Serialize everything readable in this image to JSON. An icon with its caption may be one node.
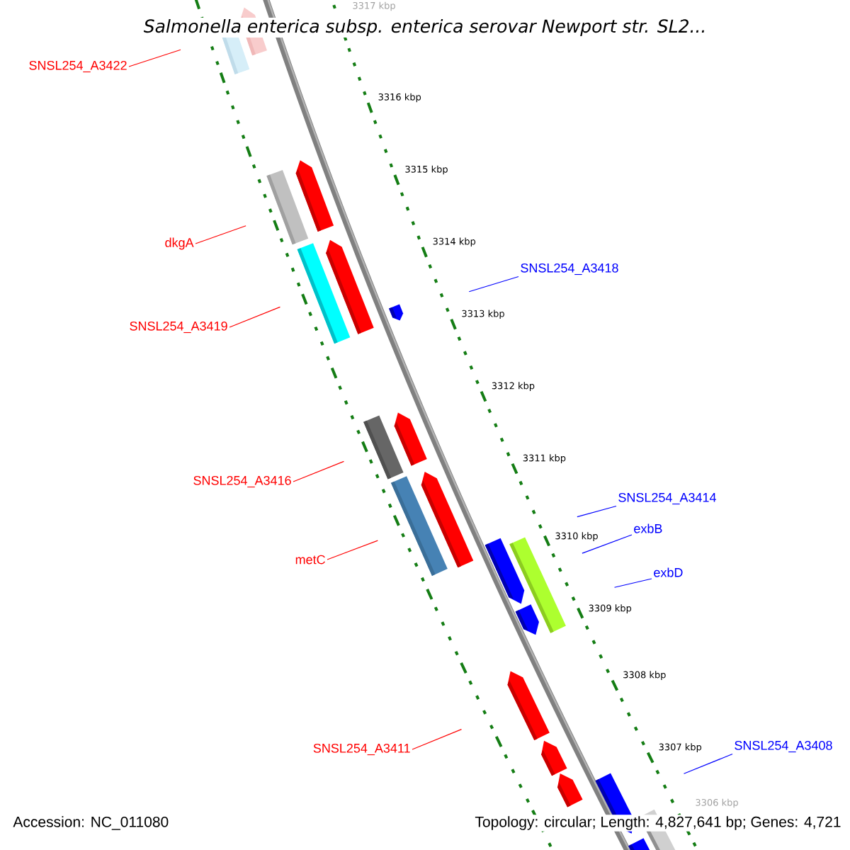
{
  "diagram": {
    "title": "Salmonella enterica subsp. enterica serovar Newport str. SL2...",
    "nodes": [
      {
        "text": [
          "SNSL254_A3422"
        ]
      },
      {
        "text": [
          "dkgA"
        ]
      },
      {
        "text": [
          "SNSL254_A3418"
        ]
      },
      {
        "text": [
          "SNSL254_A3419"
        ]
      },
      {
        "text": [
          "SNSL254_A3416"
        ]
      },
      {
        "text": [
          "SNSL254_A3414"
        ]
      },
      {
        "text": [
          "exbB"
        ]
      },
      {
        "text": [
          "metC"
        ]
      },
      {
        "text": [
          "exbD"
        ]
      },
      {
        "text": [
          "SNSL254_A3411"
        ]
      },
      {
        "text": [
          "SNSL254_A3408"
        ]
      }
    ],
    "edges": [
      {
        "from": 0,
        "to": null,
        "arrow": "none",
        "color": "#ff0000"
      },
      {
        "from": 1,
        "to": null,
        "arrow": "none",
        "color": "#ff0000"
      },
      {
        "from": 2,
        "to": null,
        "arrow": "none",
        "color": "#0000ff"
      },
      {
        "from": 3,
        "to": null,
        "arrow": "none",
        "color": "#ff0000"
      },
      {
        "from": 4,
        "to": null,
        "arrow": "none",
        "color": "#ff0000"
      },
      {
        "from": 5,
        "to": null,
        "arrow": "none",
        "color": "#0000ff"
      },
      {
        "from": 6,
        "to": null,
        "arrow": "none",
        "color": "#0000ff"
      },
      {
        "from": 7,
        "to": null,
        "arrow": "none",
        "color": "#ff0000"
      },
      {
        "from": 8,
        "to": null,
        "arrow": "none",
        "color": "#0000ff"
      },
      {
        "from": 9,
        "to": null,
        "arrow": "none",
        "color": "#ff0000"
      },
      {
        "from": 10,
        "to": null,
        "arrow": "none",
        "color": "#0000ff"
      }
    ],
    "labels": [
      "3317 kbp",
      "3316 kbp",
      "3315 kbp",
      "3314 kbp",
      "3313 kbp",
      "3312 kbp",
      "3311 kbp",
      "3310 kbp",
      "3309 kbp",
      "3308 kbp",
      "3307 kbp",
      "3306 kbp",
      "Accession: NC_011080",
      "Topology: circular; Length: 4,827,641 bp; Genes: 4,721"
    ]
  }
}
